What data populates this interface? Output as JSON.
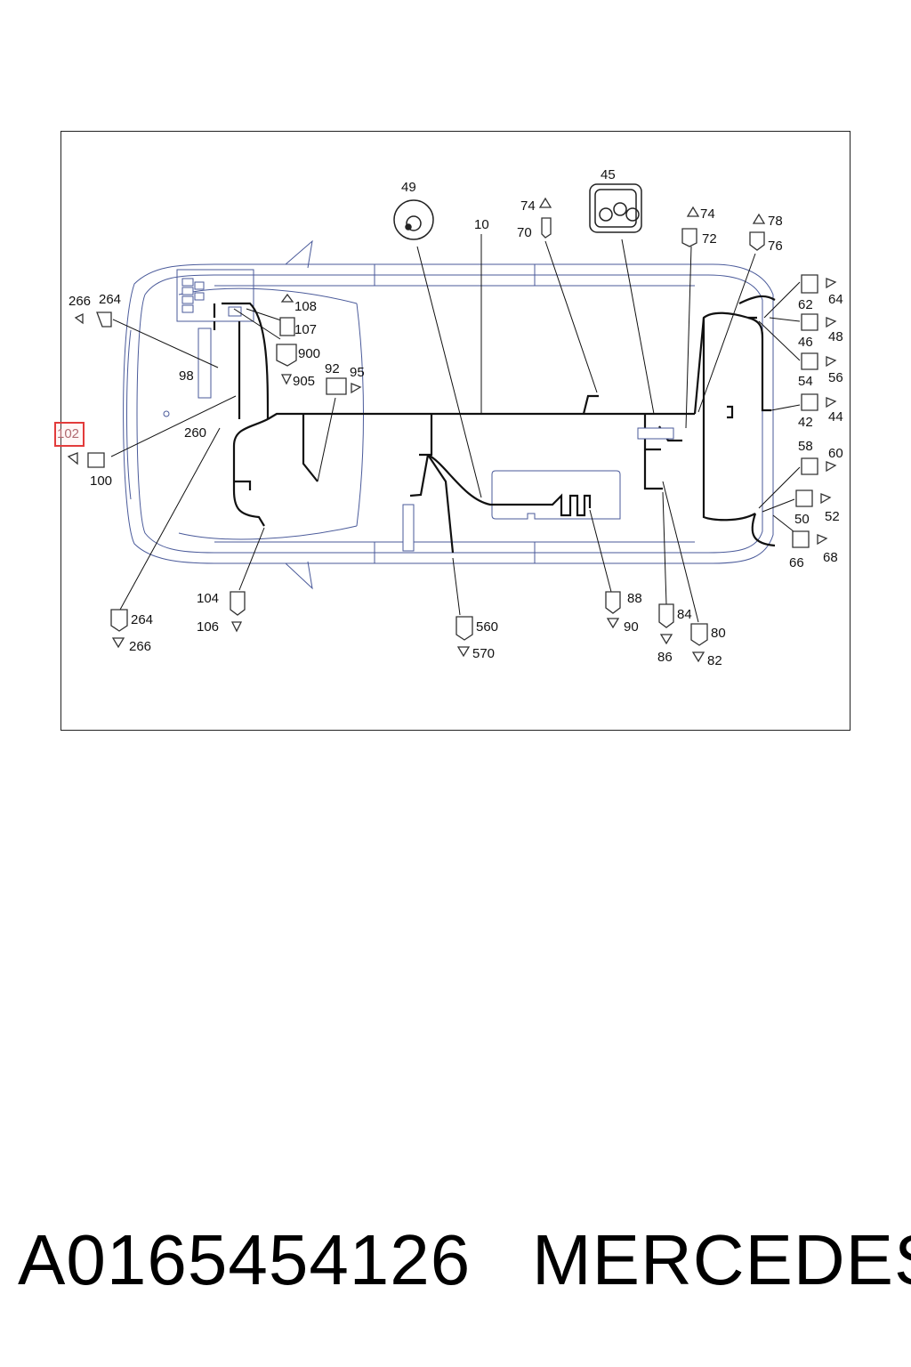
{
  "diagram": {
    "highlight": "102",
    "labels": {
      "l10": "10",
      "l45": "45",
      "l49": "49",
      "l74a": "74",
      "l70": "70",
      "l74b": "74",
      "l72": "72",
      "l78": "78",
      "l76": "76",
      "l266a": "266",
      "l264a": "264",
      "l108": "108",
      "l107": "107",
      "l900": "900",
      "l905": "905",
      "l92": "92",
      "l95": "95",
      "l98": "98",
      "l260": "260",
      "l100": "100",
      "l62": "62",
      "l64": "64",
      "l46": "46",
      "l48": "48",
      "l54": "54",
      "l56": "56",
      "l42": "42",
      "l44": "44",
      "l58": "58",
      "l60": "60",
      "l50": "50",
      "l52": "52",
      "l66": "66",
      "l68": "68",
      "l104": "104",
      "l106": "106",
      "l264b": "264",
      "l266b": "266",
      "l560": "560",
      "l570": "570",
      "l88": "88",
      "l90": "90",
      "l84": "84",
      "l86": "86",
      "l80": "80",
      "l82": "82"
    }
  },
  "footer": {
    "part_number": "A0165454126",
    "brand": "MERCEDES"
  }
}
